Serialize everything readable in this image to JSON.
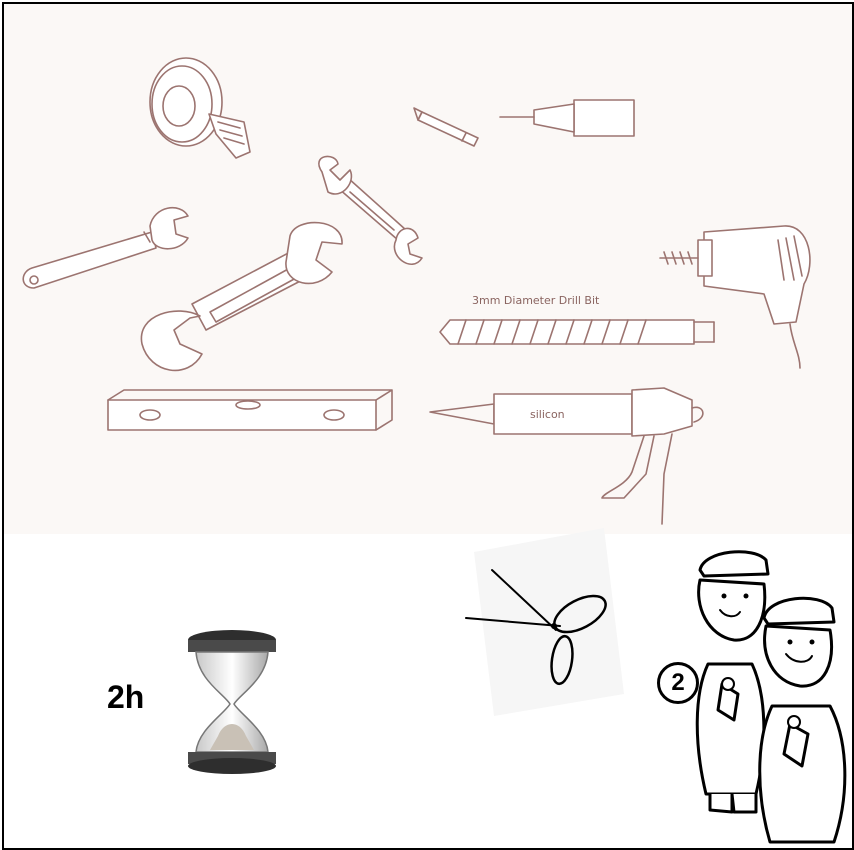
{
  "tools_panel": {
    "drill_bit_label": "3mm Diameter   Drill   Bit",
    "silicone_label": "silicon"
  },
  "duration": {
    "label": "2h",
    "icon": "hourglass-icon"
  },
  "workers": {
    "count_label": "2",
    "icon": "workers-icon"
  },
  "colors": {
    "tool_line": "#9c7470",
    "ink": "#000000"
  }
}
